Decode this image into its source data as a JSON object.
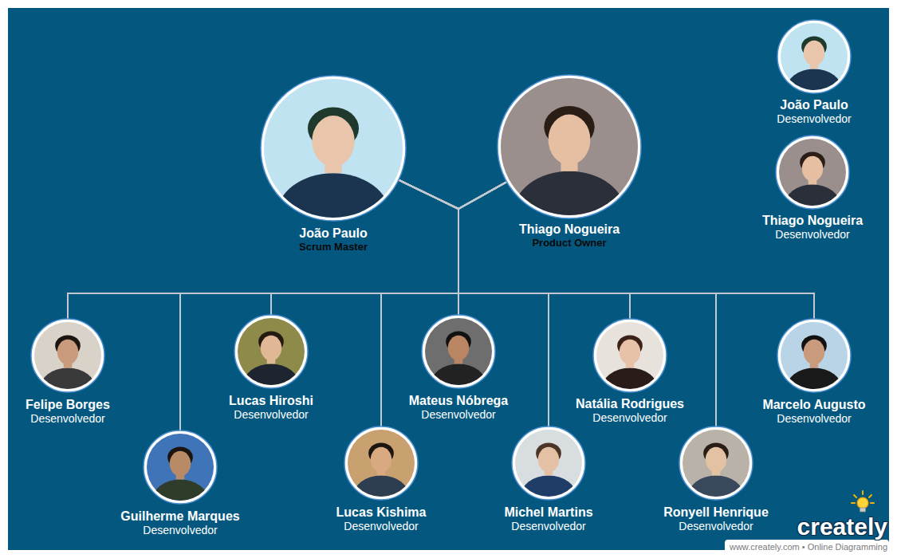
{
  "diagram": {
    "nodes": [
      {
        "text": [
          "João Paulo",
          "Scrum Master"
        ]
      },
      {
        "text": [
          "Thiago Nogueira",
          "Product Owner"
        ]
      },
      {
        "text": [
          "João Paulo",
          "Desenvolvedor"
        ]
      },
      {
        "text": [
          "Thiago Nogueira",
          "Desenvolvedor"
        ]
      },
      {
        "text": [
          "Felipe Borges",
          "Desenvolvedor"
        ]
      },
      {
        "text": [
          "Guilherme Marques",
          "Desenvolvedor"
        ]
      },
      {
        "text": [
          "Lucas Hiroshi",
          "Desenvolvedor"
        ]
      },
      {
        "text": [
          "Lucas Kishima",
          "Desenvolvedor"
        ]
      },
      {
        "text": [
          "Mateus Nóbrega",
          "Desenvolvedor"
        ]
      },
      {
        "text": [
          "Michel Martins",
          "Desenvolvedor"
        ]
      },
      {
        "text": [
          "Natália Rodrigues",
          "Desenvolvedor"
        ]
      },
      {
        "text": [
          "Ronyell Henrique",
          "Desenvolvedor"
        ]
      },
      {
        "text": [
          "Marcelo Augusto",
          "Desenvolvedor"
        ]
      }
    ],
    "edges": [
      {
        "from": 0,
        "to": 4,
        "arrow": "none"
      },
      {
        "from": 0,
        "to": 5,
        "arrow": "none"
      },
      {
        "from": 0,
        "to": 6,
        "arrow": "none"
      },
      {
        "from": 0,
        "to": 7,
        "arrow": "none"
      },
      {
        "from": 0,
        "to": 8,
        "arrow": "none"
      },
      {
        "from": 0,
        "to": 9,
        "arrow": "none"
      },
      {
        "from": 0,
        "to": 10,
        "arrow": "none"
      },
      {
        "from": 0,
        "to": 11,
        "arrow": "none"
      },
      {
        "from": 0,
        "to": 12,
        "arrow": "none"
      },
      {
        "from": 1,
        "to": 4,
        "arrow": "none"
      },
      {
        "from": 1,
        "to": 5,
        "arrow": "none"
      },
      {
        "from": 1,
        "to": 6,
        "arrow": "none"
      },
      {
        "from": 1,
        "to": 7,
        "arrow": "none"
      },
      {
        "from": 1,
        "to": 8,
        "arrow": "none"
      },
      {
        "from": 1,
        "to": 9,
        "arrow": "none"
      },
      {
        "from": 1,
        "to": 10,
        "arrow": "none"
      },
      {
        "from": 1,
        "to": 11,
        "arrow": "none"
      },
      {
        "from": 1,
        "to": 12,
        "arrow": "none"
      }
    ],
    "labels": [
      "creately",
      "www.creately.com • Online Diagramming"
    ]
  }
}
